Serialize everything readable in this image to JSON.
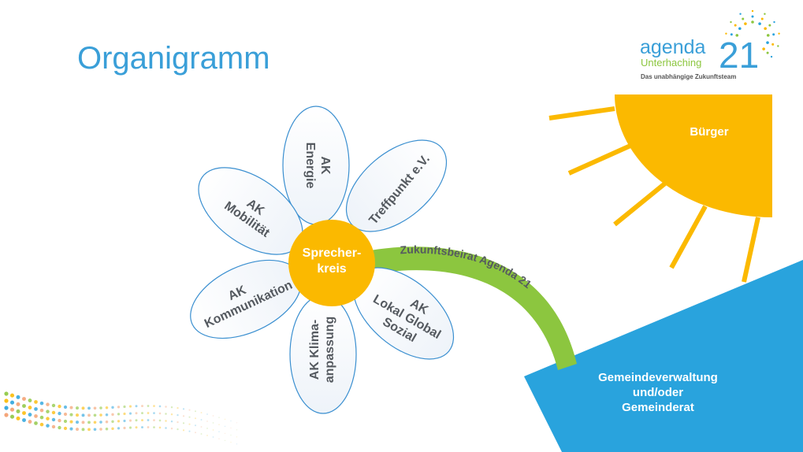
{
  "slide": {
    "title": "Organigramm"
  },
  "logo": {
    "word": "agenda",
    "number": "21",
    "subtitle": "Unterhaching",
    "tagline": "Das unabhängige Zukunftsteam"
  },
  "flower": {
    "center": {
      "line1": "Sprecher-",
      "line2": "kreis"
    },
    "petals": [
      {
        "lines": [
          "AK",
          "Energie"
        ]
      },
      {
        "lines": [
          "Treffpunkt e.V."
        ]
      },
      {
        "lines": [
          "AK",
          "Mobilität"
        ]
      },
      {
        "lines": [
          "AK",
          "Kommunikation"
        ]
      },
      {
        "lines": [
          "AK Klima-",
          "anpassung"
        ]
      },
      {
        "lines": [
          "AK",
          "Lokal Global",
          "Sozial"
        ]
      }
    ],
    "stem_label": "Zukunftsbeirat Agenda 21"
  },
  "sun": {
    "label": "Bürger"
  },
  "ground": {
    "lines": [
      "Gemeindeverwaltung",
      "und/oder",
      "Gemeinderat"
    ]
  },
  "colors": {
    "title": "#3a9fd8",
    "center": "#fbb900",
    "sun": "#fbb900",
    "stem": "#8cc63f",
    "ground": "#29a3dd",
    "petal_stroke": "#3a8fd0",
    "text_gray": "#555a60"
  }
}
